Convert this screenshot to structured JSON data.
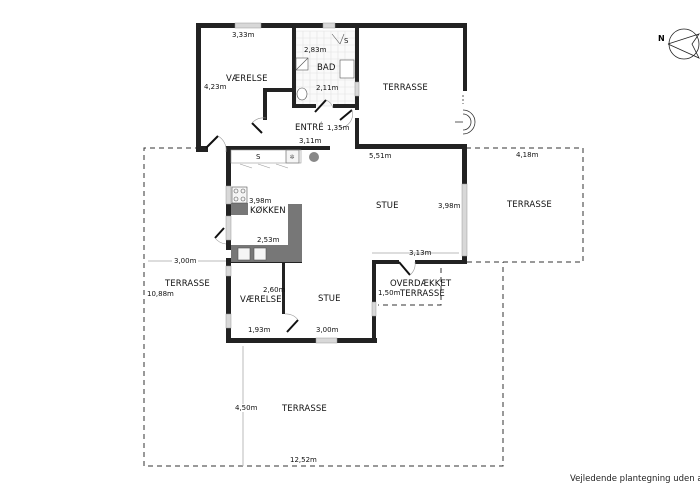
{
  "floorplan": {
    "rooms": [
      {
        "id": "vaerelse_top",
        "label": "VÆRELSE"
      },
      {
        "id": "bad",
        "label": "BAD"
      },
      {
        "id": "terrasse_top",
        "label": "TERRASSE"
      },
      {
        "id": "entre",
        "label": "ENTRÉ"
      },
      {
        "id": "stue_main",
        "label": "STUE"
      },
      {
        "id": "koekken",
        "label": "KØKKEN"
      },
      {
        "id": "terrasse_right",
        "label": "TERRASSE"
      },
      {
        "id": "terrasse_left",
        "label": "TERRASSE"
      },
      {
        "id": "vaerelse_bottom",
        "label": "VÆRELSE"
      },
      {
        "id": "stue_small",
        "label": "STUE"
      },
      {
        "id": "overdaekket_line1",
        "label": "OVERDÆKKET"
      },
      {
        "id": "overdaekket_line2",
        "label": "TERRASSE"
      },
      {
        "id": "terrasse_bottom",
        "label": "TERRASSE"
      }
    ],
    "dimensions": {
      "vaerelse_top_width": "3,33m",
      "vaerelse_top_height": "4,23m",
      "bad_width": "2,83m",
      "bad_height": "2,11m",
      "entre_width": "3,11m",
      "entre_height": "1,35m",
      "stue_width": "5,51m",
      "stue_height": "3,98m",
      "koekken_height": "3,98m",
      "koekken_width": "2,53m",
      "stue_bottom_width": "3,13m",
      "terrasse_right_width": "4,18m",
      "terrasse_left_width": "3,00m",
      "terrasse_left_height": "10,88m",
      "vaerelse_bottom_height": "2,60m",
      "vaerelse_bottom_width": "1,93m",
      "stue_small_width": "3,00m",
      "overdaekket_height": "1,50m",
      "terrasse_bottom_height": "4,50m",
      "terrasse_bottom_width": "12,52m"
    },
    "fixtures": {
      "fridge_label": "S",
      "wardrobe_label": "S"
    }
  },
  "compass": {
    "label": "N"
  },
  "caption": "Vejledende plantegning uden ans"
}
